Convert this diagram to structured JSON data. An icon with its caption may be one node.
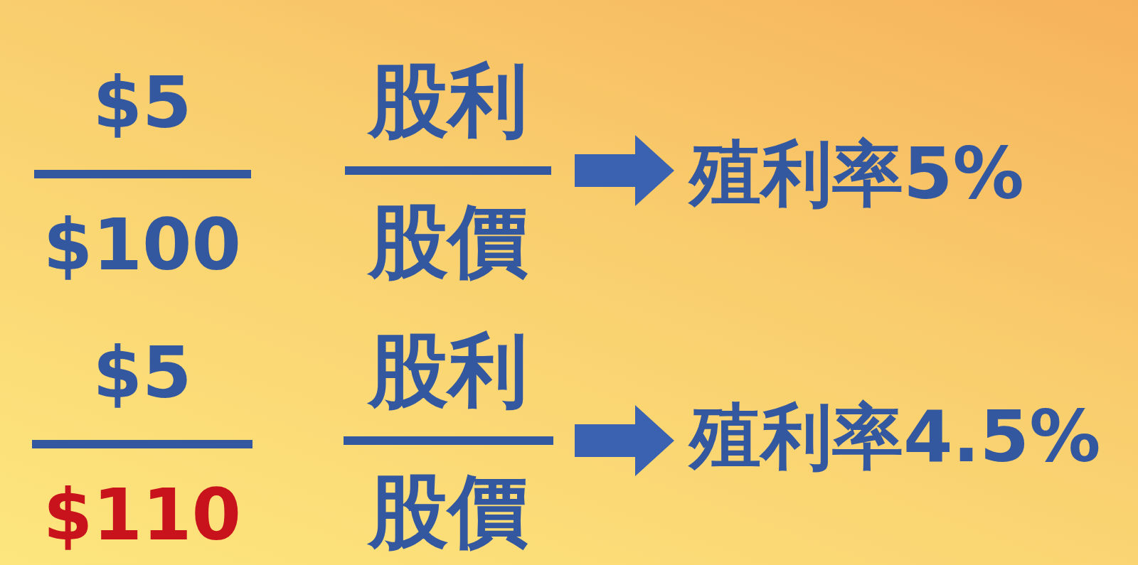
{
  "diagram": {
    "nodes": [
      {
        "text": [
          "$5",
          "$100"
        ]
      },
      {
        "text": [
          "股利",
          "股價"
        ]
      },
      {
        "text": [
          "殖利率5%"
        ]
      },
      {
        "text": [
          "$5",
          "$110"
        ]
      },
      {
        "text": [
          "股利",
          "股價"
        ]
      },
      {
        "text": [
          "殖利率4.5%"
        ]
      }
    ],
    "edges": [
      {
        "from": 1,
        "to": 2,
        "arrow": "to"
      },
      {
        "from": 4,
        "to": 5,
        "arrow": "to"
      }
    ]
  }
}
